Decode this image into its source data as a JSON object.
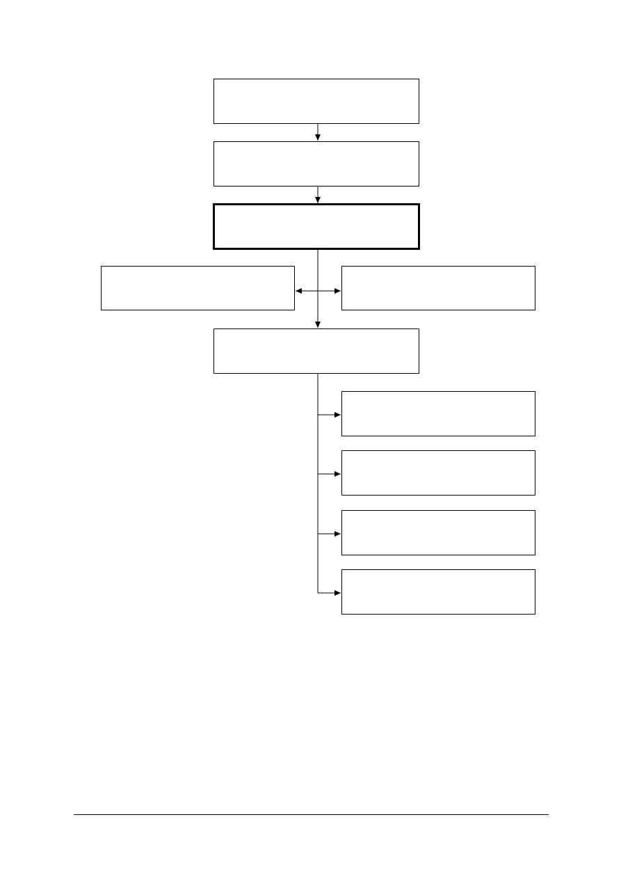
{
  "diagram": {
    "boxes": [
      {
        "id": "step-1",
        "label": ""
      },
      {
        "id": "step-2",
        "label": ""
      },
      {
        "id": "step-3",
        "label": ""
      },
      {
        "id": "side-left",
        "label": ""
      },
      {
        "id": "side-right",
        "label": ""
      },
      {
        "id": "step-4",
        "label": ""
      },
      {
        "id": "branch-1",
        "label": ""
      },
      {
        "id": "branch-2",
        "label": ""
      },
      {
        "id": "branch-3",
        "label": ""
      },
      {
        "id": "branch-4",
        "label": ""
      }
    ],
    "edges": [
      {
        "from": "step-1",
        "to": "step-2"
      },
      {
        "from": "step-2",
        "to": "step-3"
      },
      {
        "from": "step-3",
        "to": "side-left"
      },
      {
        "from": "step-3",
        "to": "side-right"
      },
      {
        "from": "step-3",
        "to": "step-4"
      },
      {
        "from": "step-4",
        "to": "branch-1"
      },
      {
        "from": "step-4",
        "to": "branch-2"
      },
      {
        "from": "step-4",
        "to": "branch-3"
      },
      {
        "from": "step-4",
        "to": "branch-4"
      }
    ],
    "emphasized_box": "step-3",
    "stroke_color": "#000000"
  }
}
